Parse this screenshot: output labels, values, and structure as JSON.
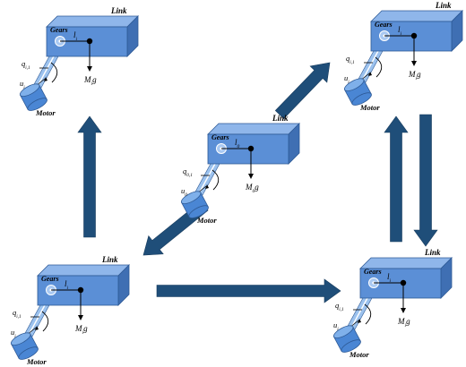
{
  "colors": {
    "box_front": "#5b8fd6",
    "box_top": "#8fb6ea",
    "box_side": "#3f6fb3",
    "box_edge": "#2e5a96",
    "arrow": "#1f4e79",
    "motor": "#4a86d4",
    "shaft": "#9cc2ee"
  },
  "modules": [
    {
      "link_label": "Link",
      "gears_label": "Gears",
      "length_label": "l",
      "length_sub": "i",
      "q_label": "q",
      "q_sub": "i,1",
      "u_label": "u",
      "u_sub": "i",
      "mass_label": "M",
      "mass_sub": "i",
      "mass_suffix": "g",
      "motor_label": "Motor"
    },
    {
      "link_label": "Link",
      "gears_label": "Gears",
      "length_label": "l",
      "length_sub": "i",
      "q_label": "q",
      "q_sub": "i,1",
      "u_label": "u",
      "u_sub": "i",
      "mass_label": "M",
      "mass_sub": "i",
      "mass_suffix": "g",
      "motor_label": "Motor"
    },
    {
      "link_label": "Link",
      "gears_label": "Gears",
      "length_label": "l",
      "length_sub": "0",
      "q_label": "q",
      "q_sub": "0,1",
      "u_label": "u",
      "u_sub": "0",
      "mass_label": "M",
      "mass_sub": "0",
      "mass_suffix": "g",
      "motor_label": "Motor"
    },
    {
      "link_label": "Link",
      "gears_label": "Gears",
      "length_label": "l",
      "length_sub": "i",
      "q_label": "q",
      "q_sub": "i,1",
      "u_label": "u",
      "u_sub": "i",
      "mass_label": "M",
      "mass_sub": "i",
      "mass_suffix": "g",
      "motor_label": "Motor"
    },
    {
      "link_label": "Link",
      "gears_label": "Gears",
      "length_label": "l",
      "length_sub": "i",
      "q_label": "q",
      "q_sub": "i,1",
      "u_label": "u",
      "u_sub": "i",
      "mass_label": "M",
      "mass_sub": "i",
      "mass_suffix": "g",
      "motor_label": "Motor"
    }
  ],
  "connections": [
    {
      "from": "bottom-left",
      "to": "top-left"
    },
    {
      "from": "center",
      "to": "top-right"
    },
    {
      "from": "center",
      "to": "bottom-left"
    },
    {
      "from": "bottom-left",
      "to": "bottom-right"
    },
    {
      "from": "bottom-right",
      "to": "top-right"
    },
    {
      "from": "top-right",
      "to": "bottom-right"
    }
  ]
}
